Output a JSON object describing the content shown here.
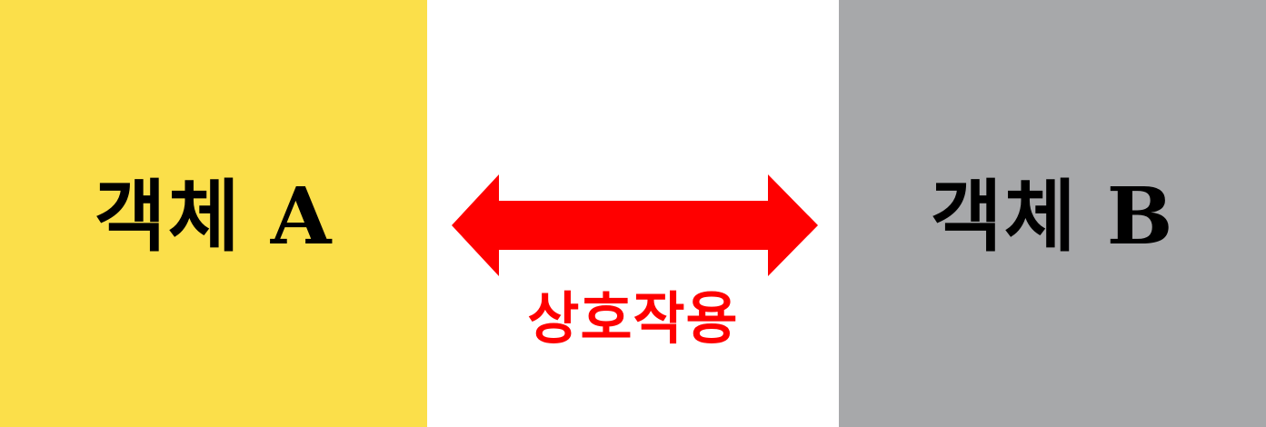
{
  "object_a": {
    "label": "객체 A",
    "bg_color": "#FBDF4A"
  },
  "object_b": {
    "label": "객체 B",
    "bg_color": "#A7A8AA"
  },
  "interaction": {
    "label": "상호작용",
    "color": "#FF0000",
    "icon": "double-headed-arrow-icon"
  }
}
